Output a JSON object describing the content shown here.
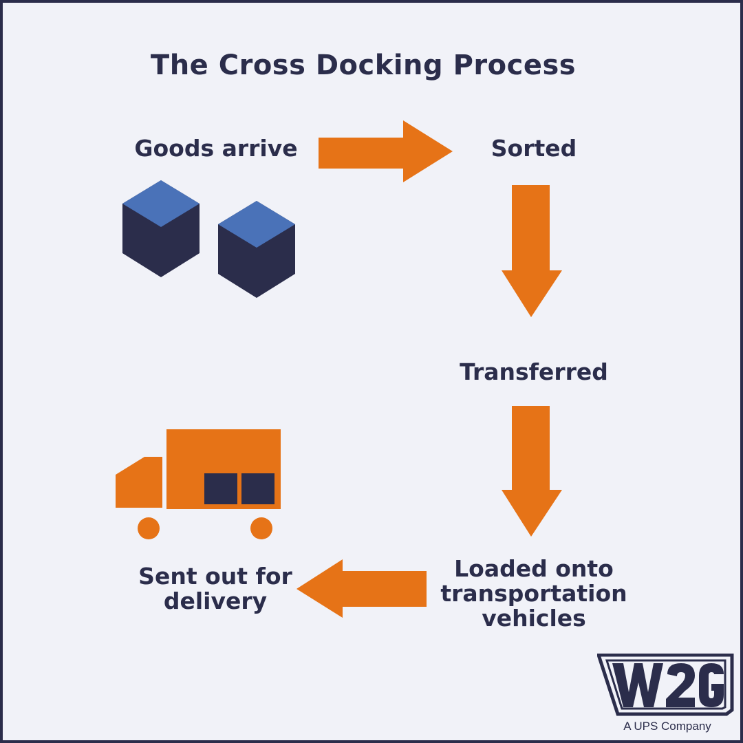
{
  "title": "The Cross Docking Process",
  "steps": {
    "goods_arrive": "Goods arrive",
    "sorted": "Sorted",
    "transferred": "Transferred",
    "loaded": "Loaded onto transportation vehicles",
    "sent_out": "Sent out for delivery"
  },
  "logo": {
    "wordmark": "W2G",
    "tagline": "A UPS Company"
  },
  "colors": {
    "background": "#f1f2f8",
    "navy": "#2b2d4b",
    "orange": "#e67317",
    "blue": "#4a72b8"
  },
  "icons": [
    "box-icon",
    "box-icon",
    "truck-icon",
    "arrow-right",
    "arrow-down",
    "arrow-down",
    "arrow-left"
  ]
}
